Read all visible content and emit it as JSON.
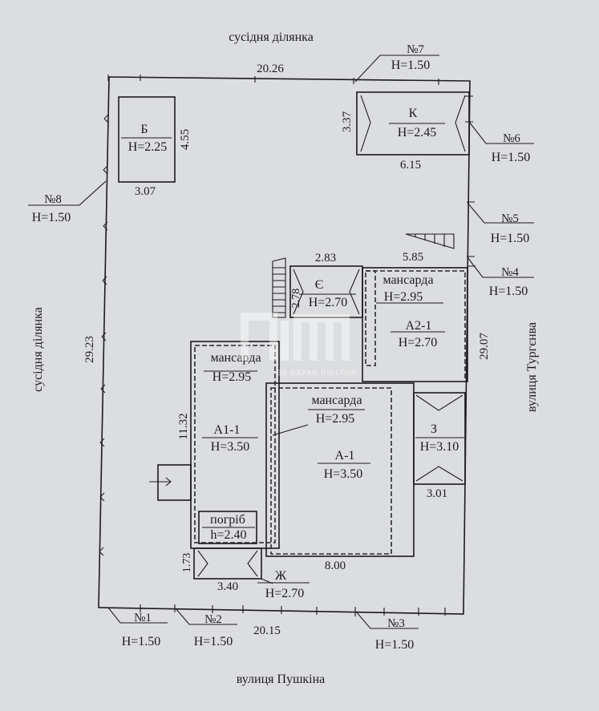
{
  "plot": {
    "top_neighbor": "сусідня ділянка",
    "left_neighbor": "сусідня ділянка",
    "bottom_street": "вулиця Пушкіна",
    "right_street": "вулиця Тургєнва",
    "dim_top": "20.26",
    "dim_left": "29.23",
    "dim_right": "29.07",
    "dim_bottom": "20.15"
  },
  "fences": [
    {
      "name": "№1",
      "h": "Н=1.50"
    },
    {
      "name": "№2",
      "h": "Н=1.50"
    },
    {
      "name": "№3",
      "h": "Н=1.50"
    },
    {
      "name": "№4",
      "h": "Н=1.50"
    },
    {
      "name": "№5",
      "h": "Н=1.50"
    },
    {
      "name": "№6",
      "h": "Н=1.50"
    },
    {
      "name": "№7",
      "h": "Н=1.50"
    },
    {
      "name": "№8",
      "h": "Н=1.50"
    }
  ],
  "buildings": {
    "b": {
      "letter": "Б",
      "h": "Н=2.25",
      "w": "3.07",
      "d": "4.55"
    },
    "k": {
      "letter": "К",
      "h": "Н=2.45",
      "w": "6.15",
      "d": "3.37"
    },
    "ye": {
      "letter": "Є",
      "h": "Н=2.70",
      "w": "2.83",
      "d": "2.78"
    },
    "a21": {
      "attic": "мансарда",
      "attic_h": "Н=2.95",
      "letter": "А2-1",
      "h": "Н=2.70",
      "w": "5.85"
    },
    "a11": {
      "attic": "мансарда",
      "attic_h": "Н=2.95",
      "letter": "А1-1",
      "h": "Н=3.50",
      "d": "11.32"
    },
    "a1": {
      "attic": "мансарда",
      "attic_h": "Н=2.95",
      "letter": "А-1",
      "h": "Н=3.50",
      "w": "8.00"
    },
    "z": {
      "letter": "З",
      "h": "Н=3.10",
      "w": "3.01"
    },
    "cellar": {
      "name": "погріб",
      "h": "h=2.40"
    },
    "zh": {
      "letter": "Ж",
      "h": "Н=2.70",
      "w": "3.40",
      "d": "1.73"
    }
  },
  "watermark": "BB SAPAK RIELTOR"
}
